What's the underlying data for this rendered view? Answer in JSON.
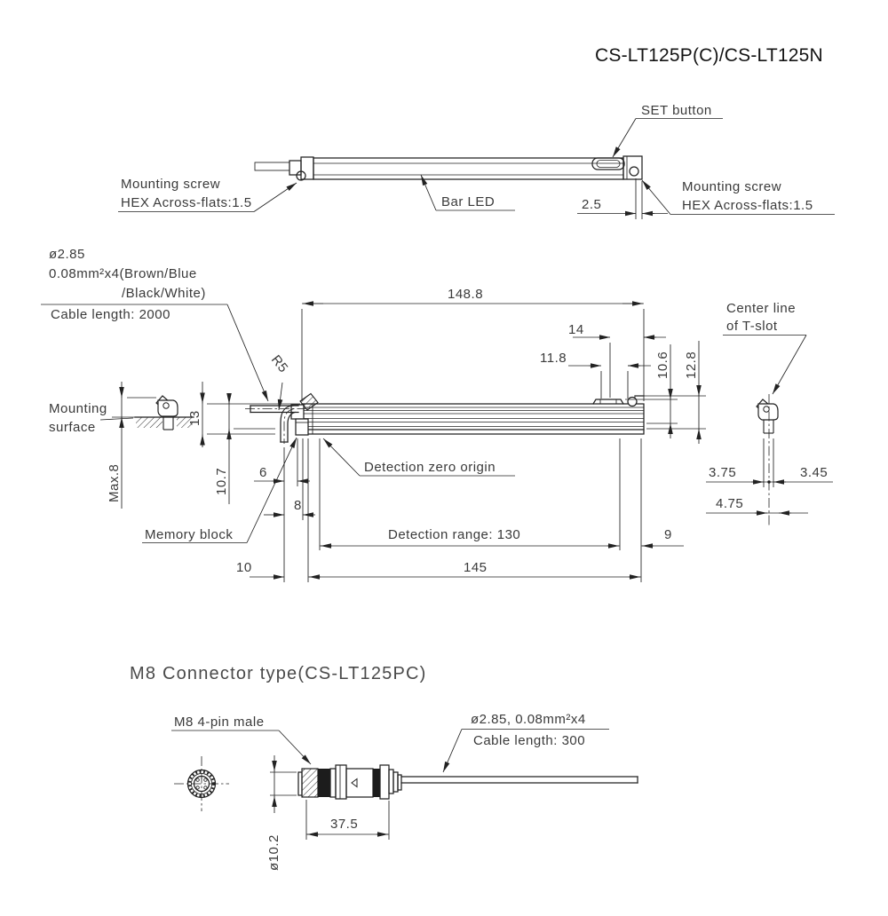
{
  "title": "CS-LT125P(C)/CS-LT125N",
  "colors": {
    "line": "#222222",
    "text": "#3a3a3a",
    "heading": "#4a4a4a",
    "background": "#ffffff"
  },
  "top_view": {
    "set_button_label": "SET button",
    "mounting_screw_left_line1": "Mounting screw",
    "mounting_screw_left_line2": "HEX Across-flats:1.5",
    "bar_led_label": "Bar LED",
    "dim_2_5": "2.5",
    "mounting_screw_right_line1": "Mounting screw",
    "mounting_screw_right_line2": "HEX Across-flats:1.5"
  },
  "side_view": {
    "cable_diameter": "ø2.85",
    "cable_wires_line1": "0.08mm²x4(Brown/Blue",
    "cable_wires_line2": "/Black/White)",
    "cable_length": "Cable length: 2000",
    "dim_overall_width": "148.8",
    "dim_14": "14",
    "dim_11_8": "11.8",
    "dim_10_6": "10.6",
    "dim_12_8": "12.8",
    "center_line_label_line1": "Center line",
    "center_line_label_line2": "of T-slot",
    "mounting_surface_line1": "Mounting",
    "mounting_surface_line2": "surface",
    "dim_max_8": "Max.8",
    "dim_13": "13",
    "dim_10_7": "10.7",
    "bend_radius": "R5",
    "dim_6": "6",
    "dim_8": "8",
    "dim_10": "10",
    "memory_block_label": "Memory block",
    "detection_zero_label": "Detection zero origin",
    "detection_range_label": "Detection range: 130",
    "dim_145": "145",
    "dim_9": "9",
    "dim_3_75": "3.75",
    "dim_3_45": "3.45",
    "dim_4_75": "4.75"
  },
  "connector_view": {
    "heading": "M8 Connector type(CS-LT125PC)",
    "connector_label": "M8 4-pin male",
    "cable_spec": "ø2.85, 0.08mm²x4",
    "cable_length": "Cable length: 300",
    "dim_37_5": "37.5",
    "dim_diameter": "ø10.2"
  }
}
